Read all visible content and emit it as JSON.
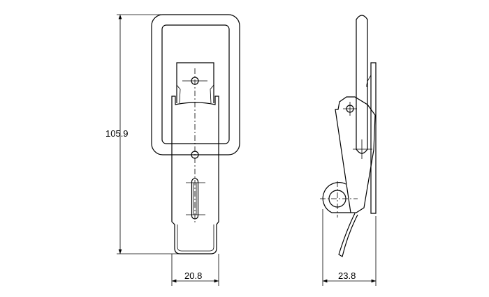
{
  "drawing": {
    "front_view": {
      "height_dimension": "105.9",
      "width_dimension": "20.8"
    },
    "side_view": {
      "depth_dimension": "23.8"
    }
  }
}
